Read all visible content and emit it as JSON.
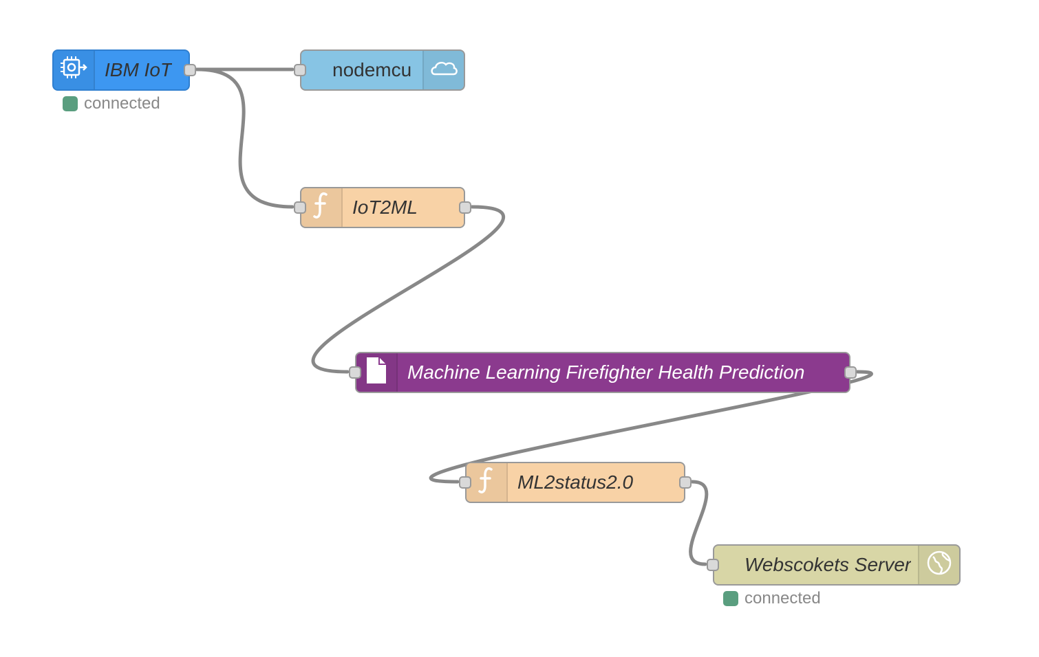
{
  "flow": {
    "nodes": {
      "ibm_iot": {
        "label": "IBM IoT",
        "icon": "chip-arrow-icon",
        "color": "#3d97f1",
        "status": {
          "text": "connected",
          "color": "#5a9e7f"
        }
      },
      "nodemcu": {
        "label": "nodemcu",
        "icon": "cloud-icon",
        "color": "#87c4e4"
      },
      "iot2ml": {
        "label": "IoT2ML",
        "icon": "function-icon",
        "color": "#f8d2a6"
      },
      "ml": {
        "label": "Machine Learning Firefighter Health Prediction",
        "icon": "document-icon",
        "color": "#8b3a8e"
      },
      "ml2status": {
        "label": "ML2status2.0",
        "icon": "function-icon",
        "color": "#f8d2a6"
      },
      "websockets": {
        "label": "Webscokets Server",
        "icon": "globe-icon",
        "color": "#d8d6a6",
        "status": {
          "text": "connected",
          "color": "#5a9e7f"
        }
      }
    },
    "wire_color": "#888888"
  }
}
